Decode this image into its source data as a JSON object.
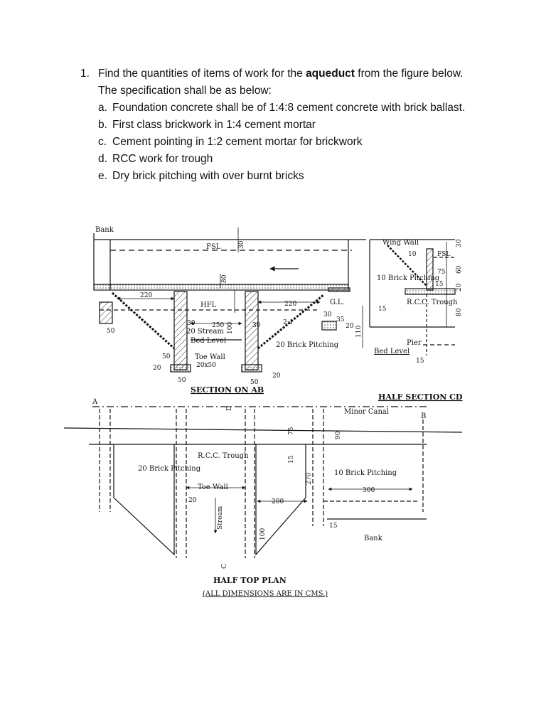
{
  "question": {
    "number": "1.",
    "intro_before": "Find the quantities of items of work for the ",
    "intro_bold": "aqueduct",
    "intro_after": " from the figure below. The specification shall be as below:",
    "items": [
      {
        "label": "a.",
        "text": "Foundation concrete shall be of 1:4:8 cement concrete with brick ballast."
      },
      {
        "label": "b.",
        "text": "First class brickwork in 1:4 cement mortar"
      },
      {
        "label": "c.",
        "text": "Cement pointing in 1:2 cement mortar for brickwork"
      },
      {
        "label": "d.",
        "text": "RCC work for trough"
      },
      {
        "label": "e.",
        "text": "Dry brick pitching with over burnt bricks"
      }
    ]
  },
  "figure": {
    "section_ab": {
      "title": "SECTION ON AB",
      "bank": "Bank",
      "fsl": "FSL",
      "hfl": "HFL",
      "stream": "20 Stream",
      "bed_level": "Bed Level",
      "toe_wall": "Toe Wall",
      "toe_wall_size": "20x50",
      "brick_pitching": "20 Brick Pitching",
      "gl": "G.L.",
      "dims": {
        "d220a": "220",
        "d220b": "220",
        "d250": "250",
        "d50a": "50",
        "d50b": "50",
        "d50c": "50",
        "d50d": "50",
        "d20a": "20",
        "d20b": "20",
        "d20c": "20",
        "d30a": "30",
        "d30b": "30",
        "d30c": "30",
        "d35": "35",
        "d100": "100",
        "d110": "110",
        "d80": "80",
        "d30top": "30",
        "d21": "2:1"
      }
    },
    "half_section_cd": {
      "title": "HALF SECTION CD",
      "wing_wall": "Wing Wall",
      "brick_pitching": "10 Brick Pitching",
      "rcc_trough": "R.C.C. Trough",
      "fsl": "FSL",
      "pier": "Pier",
      "bed_level": "Bed Level",
      "dims": {
        "d10": "10",
        "d15a": "15",
        "d15b": "15",
        "d15c": "15",
        "d75": "75",
        "d30": "30",
        "d60": "60",
        "d20": "20",
        "d80": "80"
      }
    },
    "half_top_plan": {
      "title": "HALF TOP PLAN",
      "note": "(ALL DIMENSIONS ARE IN CMS.)",
      "minor_canal": "Minor Canal",
      "brick_pitching_20": "20 Brick Pitching",
      "rcc_trough": "R.C.C. Trough",
      "toe_wall": "Toe Wall",
      "stream": "Stream",
      "brick_pitching_10": "10 Brick Pitching",
      "bank": "Bank",
      "point_a": "A",
      "point_b": "B",
      "point_c": "C",
      "point_d": "D",
      "dims": {
        "d75": "75",
        "d15a": "15",
        "d15b": "15",
        "d90": "90",
        "d270": "270",
        "d300": "300",
        "d200": "200",
        "d20": "20",
        "d100": "100"
      }
    }
  }
}
